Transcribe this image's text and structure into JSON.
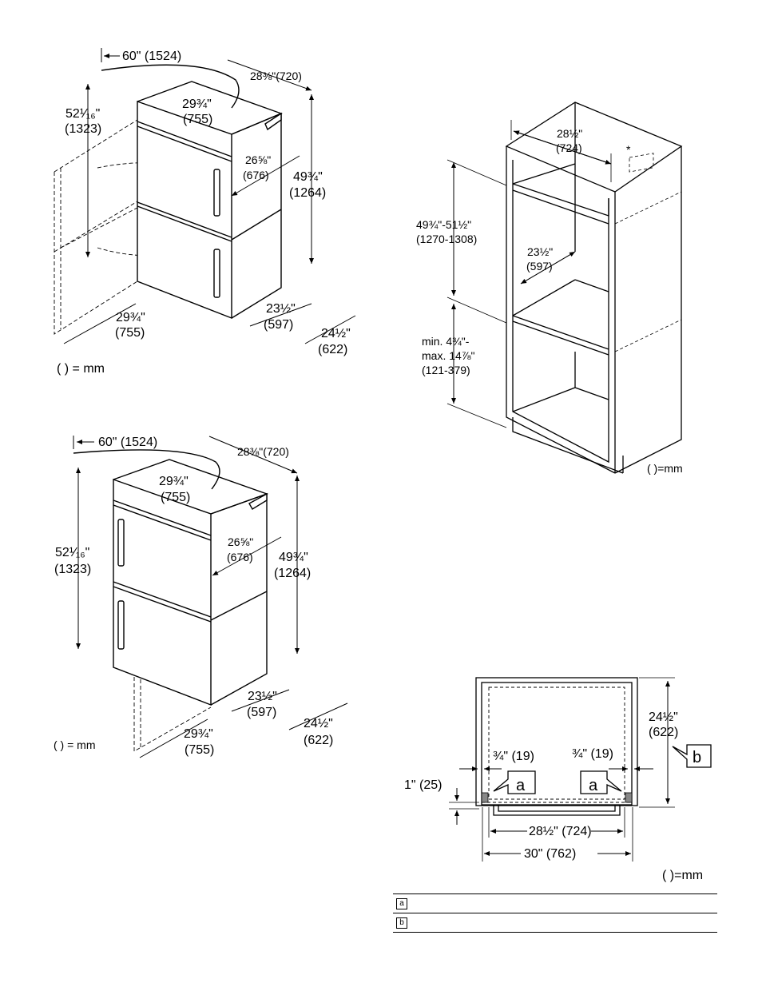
{
  "d1": {
    "cable": "60\" (1524)",
    "depth_top": "28⅜\"(720)",
    "width_top_in": "29¾\"",
    "width_top_mm": "(755)",
    "total_h_in": "52¹⁄₁₆\"",
    "total_h_mm": "(1323)",
    "door_in": "26⅝\"",
    "door_mm": "(676)",
    "body_h_in": "49¾\"",
    "body_h_mm": "(1264)",
    "width_bot_in": "29¾\"",
    "width_bot_mm": "(755)",
    "depth_in": "23½\"",
    "depth_mm": "(597)",
    "depth2_in": "24½\"",
    "depth2_mm": "(622)",
    "unit_note": "( ) = mm"
  },
  "d2": {
    "cable": "60\" (1524)",
    "depth_top": "28⅜\"(720)",
    "width_top_in": "29¾\"",
    "width_top_mm": "(755)",
    "total_h_in": "52¹⁄₁₆\"",
    "total_h_mm": "(1323)",
    "door_in": "26⅝\"",
    "door_mm": "(676)",
    "body_h_in": "49¾\"",
    "body_h_mm": "(1264)",
    "width_bot_in": "29¾\"",
    "width_bot_mm": "(755)",
    "depth_in": "23½\"",
    "depth_mm": "(597)",
    "depth2_in": "24½\"",
    "depth2_mm": "(622)",
    "unit_note": "( ) = mm"
  },
  "d3": {
    "width_in": "28½\"",
    "width_mm": "(724)",
    "star": "*",
    "height_in": "49¾\"-51½\"",
    "height_mm": "(1270-1308)",
    "depth_in": "23½\"",
    "depth_mm": "(597)",
    "base_1": "min. 4¾\"-",
    "base_2": "max. 14⅞\"",
    "base_3": "(121-379)",
    "unit_note": "( )=mm"
  },
  "d4": {
    "depth_in": "24½\"",
    "depth_mm": "(622)",
    "gap_left": "¾\" (19)",
    "gap_right": "¾\" (19)",
    "callout_a1": "a",
    "callout_a2": "a",
    "callout_b": "b",
    "offset": "1\" (25)",
    "inner_w": "28½\" (724)",
    "outer_w": "30\" (762)",
    "unit_note": "( )=mm"
  },
  "legend": [
    {
      "key": "a",
      "text": ""
    },
    {
      "key": "b",
      "text": ""
    }
  ]
}
